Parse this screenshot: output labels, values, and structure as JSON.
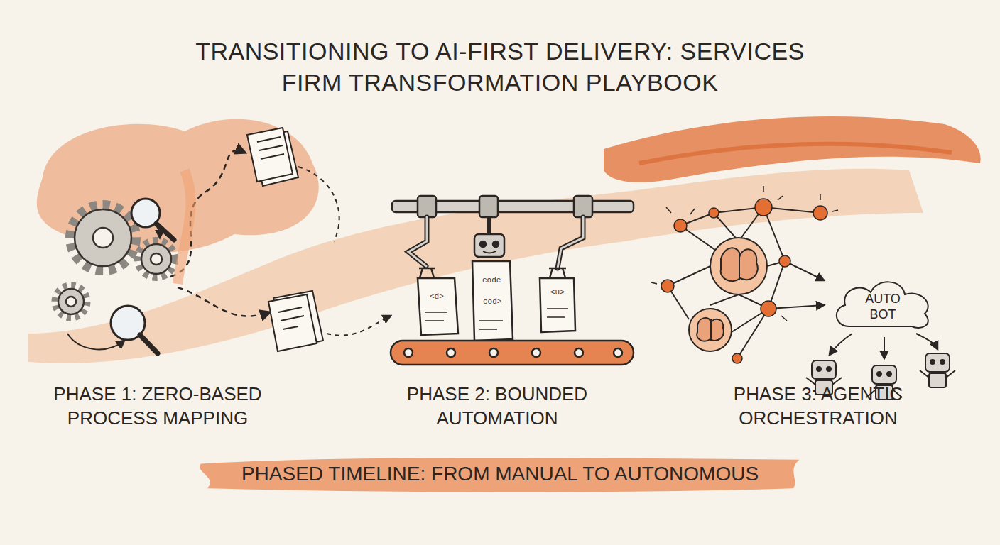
{
  "diagram": {
    "title": "TRANSITIONING TO AI-FIRST DELIVERY: SERVICES FIRM TRANSFORMATION PLAYBOOK",
    "nodes": [
      {
        "text": [
          "AUTO BOT"
        ]
      },
      {
        "text": [
          "PHASED TIMELINE: FROM MANUAL TO AUTONOMOUS"
        ]
      }
    ],
    "labels": [
      "PHASE 1: ZERO-BASED PROCESS MAPPING",
      "PHASE 2: BOUNDED AUTOMATION",
      "PHASE 3: AGENTIC ORCHESTRATION",
      "<d>",
      "code",
      "cod>",
      "<u>"
    ]
  }
}
